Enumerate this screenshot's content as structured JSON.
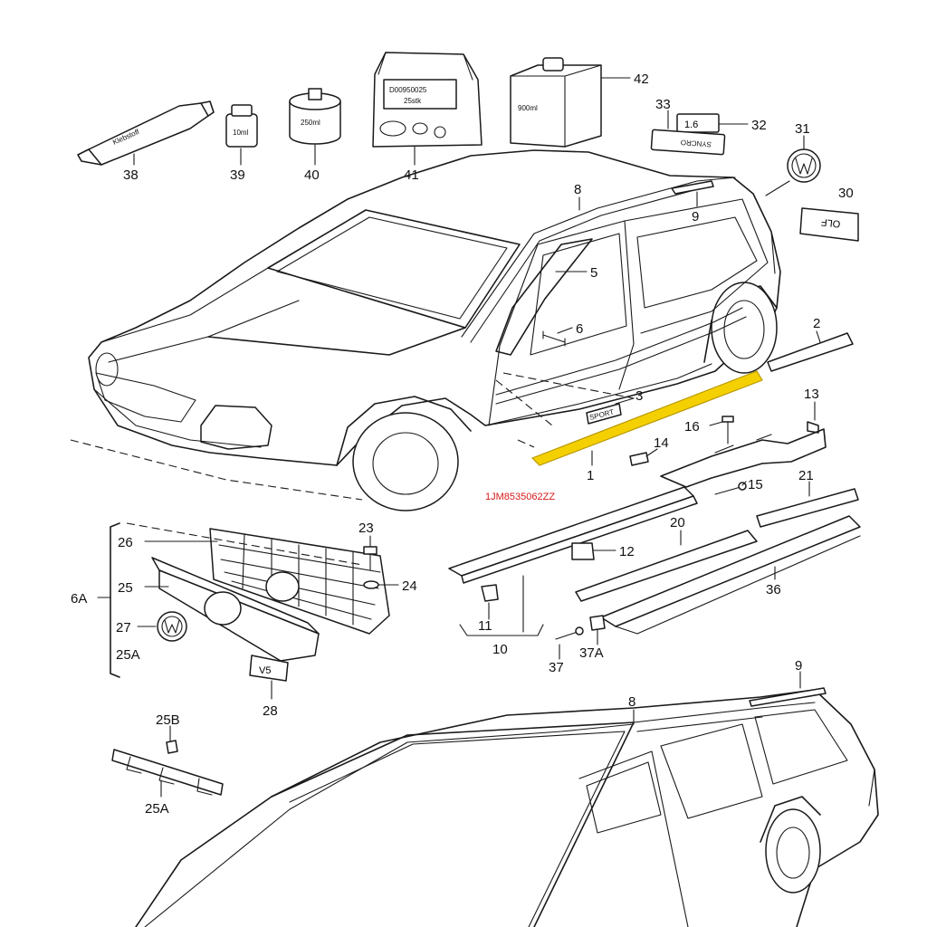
{
  "diagram": {
    "part_number_note": "1JM8535062ZZ",
    "highlight_color": "#f5d000",
    "note_color": "#d41a1a",
    "product_labels": {
      "glue_tube": "Klebstoff",
      "small_bottle": "10ml",
      "tin": "250ml",
      "bag_code": "D00950025",
      "bag_qty": "25stk",
      "canister": "900ml",
      "badge_16": "1.6",
      "badge_syncro": "SYNCRO",
      "badge_golf": "OLF",
      "badge_sport": "SPORT",
      "badge_v5": "V5"
    },
    "callouts": [
      {
        "id": "c38",
        "text": "38"
      },
      {
        "id": "c39",
        "text": "39"
      },
      {
        "id": "c40",
        "text": "40"
      },
      {
        "id": "c41",
        "text": "41"
      },
      {
        "id": "c42",
        "text": "42"
      },
      {
        "id": "c33",
        "text": "33"
      },
      {
        "id": "c32",
        "text": "32"
      },
      {
        "id": "c31",
        "text": "31"
      },
      {
        "id": "c30",
        "text": "30"
      },
      {
        "id": "c8",
        "text": "8"
      },
      {
        "id": "c9",
        "text": "9"
      },
      {
        "id": "c5",
        "text": "5"
      },
      {
        "id": "c6",
        "text": "6"
      },
      {
        "id": "c2",
        "text": "2"
      },
      {
        "id": "c3",
        "text": "3"
      },
      {
        "id": "c13",
        "text": "13"
      },
      {
        "id": "c16",
        "text": "16"
      },
      {
        "id": "c14",
        "text": "14"
      },
      {
        "id": "c1",
        "text": "1"
      },
      {
        "id": "c15",
        "text": "15"
      },
      {
        "id": "c21",
        "text": "21"
      },
      {
        "id": "c20",
        "text": "20"
      },
      {
        "id": "c12",
        "text": "12"
      },
      {
        "id": "c36",
        "text": "36"
      },
      {
        "id": "c11",
        "text": "11"
      },
      {
        "id": "c10",
        "text": "10"
      },
      {
        "id": "c37",
        "text": "37"
      },
      {
        "id": "c37A",
        "text": "37A"
      },
      {
        "id": "c23",
        "text": "23"
      },
      {
        "id": "c24",
        "text": "24"
      },
      {
        "id": "c26",
        "text": "26"
      },
      {
        "id": "c25",
        "text": "25"
      },
      {
        "id": "c6A",
        "text": "6A"
      },
      {
        "id": "c27",
        "text": "27"
      },
      {
        "id": "c25A",
        "text": "25A"
      },
      {
        "id": "c28",
        "text": "28"
      },
      {
        "id": "c25B",
        "text": "25B"
      },
      {
        "id": "c25A2",
        "text": "25A"
      },
      {
        "id": "c8b",
        "text": "8"
      },
      {
        "id": "c9b",
        "text": "9"
      }
    ]
  }
}
